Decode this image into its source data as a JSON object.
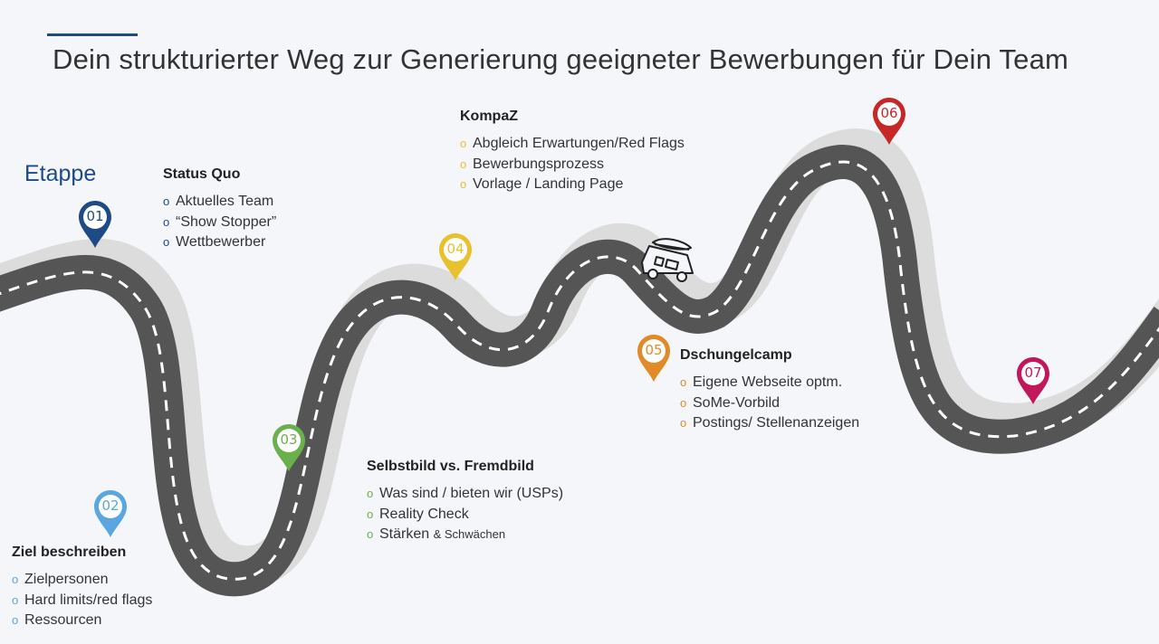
{
  "title": "Dein strukturierter Weg zur Generierung geeigneter Bewerbungen für Dein Team",
  "etappe_label": "Etappe",
  "bullet": "o",
  "colors": {
    "s01": "#1e4a86",
    "s02": "#5aa6de",
    "s03": "#6ab04c",
    "s04": "#e8c12e",
    "s05": "#e08a2a",
    "s06": "#c62828",
    "s07": "#c2185b",
    "road": "#555555",
    "shadow": "#dcdcdc"
  },
  "stages": [
    {
      "num": "01",
      "title": "Status Quo",
      "items": [
        "Aktuelles Team",
        "“Show Stopper”",
        "Wettbewerber"
      ]
    },
    {
      "num": "02",
      "title": "Ziel beschreiben",
      "items": [
        "Zielpersonen",
        "Hard limits/red flags",
        "Ressourcen"
      ]
    },
    {
      "num": "03",
      "title": "Selbstbild vs. Fremdbild",
      "items": [
        "Was sind / bieten wir (USPs)",
        "Reality Check",
        "Stärken"
      ],
      "item_suffix": "& Schwächen"
    },
    {
      "num": "04",
      "title": "KompaZ",
      "items": [
        "Abgleich Erwartungen/Red Flags",
        "Bewerbungsprozess",
        "Vorlage / Landing Page"
      ]
    },
    {
      "num": "05",
      "title": "Dschungelcamp",
      "items": [
        "Eigene Webseite optm.",
        "SoMe-Vorbild",
        "Postings/ Stellenanzeigen"
      ]
    },
    {
      "num": "06"
    },
    {
      "num": "07"
    }
  ]
}
